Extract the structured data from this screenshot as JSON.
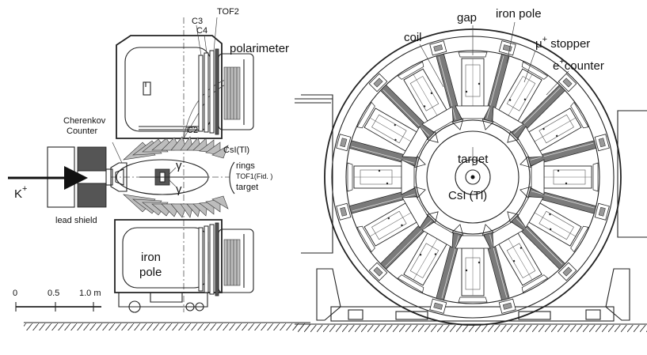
{
  "left_view": {
    "labels": {
      "c3": "C3",
      "c4": "C4",
      "tof2": "TOF2",
      "polarimeter": "polarimeter",
      "c2": "C2",
      "cherenkov": "Cherenkov",
      "counter": "Counter",
      "csi": "CsI(Tl)",
      "rings": "rings",
      "tof1": "TOF1(Fid. )",
      "target": "target",
      "gamma_upper": "γ",
      "gamma_lower": "γ",
      "kplus": "K",
      "kplus_sup": "+",
      "lead_shield": "lead shield",
      "iron": "iron",
      "pole": "pole"
    },
    "scale": {
      "tick0": "0",
      "tick1": "0.5",
      "tick2": "1.0 m"
    }
  },
  "right_view": {
    "labels": {
      "coil": "coil",
      "gap": "gap",
      "iron_pole": "iron pole",
      "mu_stopper_prefix": "μ",
      "mu_stopper_sup": "+",
      "mu_stopper_text": " stopper",
      "e_counter_prefix": "e",
      "e_counter_sup": "+",
      "e_counter_text": "counter",
      "target": "target",
      "csi": "CsI (Tl)"
    }
  }
}
